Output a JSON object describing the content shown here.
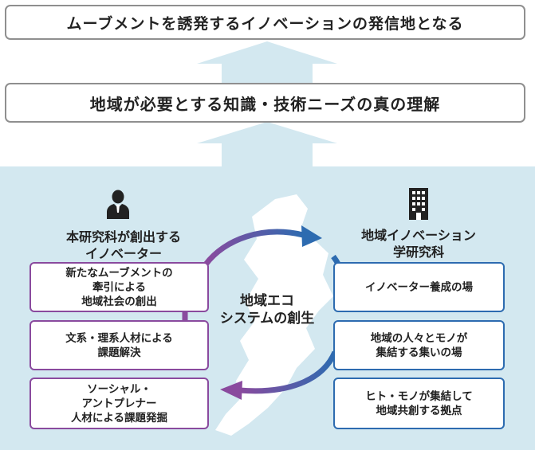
{
  "top": {
    "goal": "ムーブメントを誘発するイノベーションの発信地となる",
    "understanding": "地域が必要とする知識・技術ニーズの真の理解"
  },
  "left": {
    "heading": "本研究科が創出する\nイノベーター",
    "icon": "person-icon",
    "cards": [
      "新たなムーブメントの\n牽引による\n地域社会の創出",
      "文系・理系人材による\n課題解決",
      "ソーシャル・\nアントプレナー\n人材による課題発掘"
    ]
  },
  "right": {
    "heading": "地域イノベーション\n学研究科",
    "icon": "building-icon",
    "cards": [
      "イノベーター養成の場",
      "地域の人々とモノが\n集結する集いの場",
      "ヒト・モノが集結して\n地域共創する拠点"
    ]
  },
  "center": {
    "label": "地域エコ\nシステムの創生"
  },
  "colors": {
    "purple": "#8a4a9e",
    "blue": "#2d6bb0",
    "panel": "#d3e8f0",
    "up_arrow": "#d3e8f0",
    "frame": "#8f8f8f"
  }
}
